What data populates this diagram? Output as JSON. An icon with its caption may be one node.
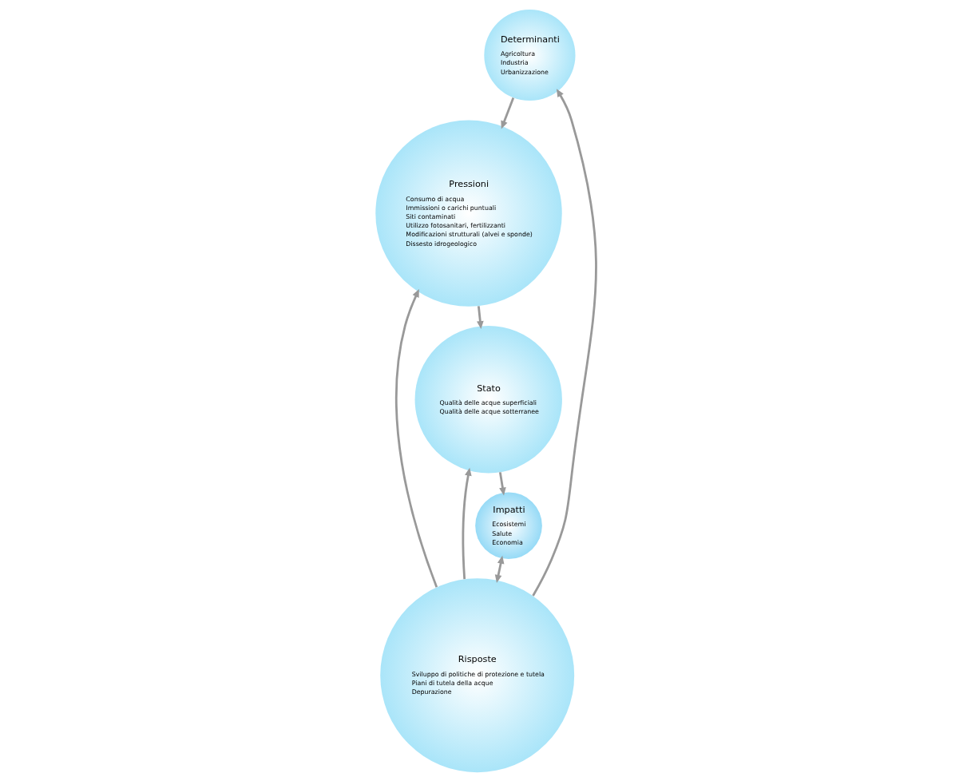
{
  "diagram": {
    "nodes": [
      {
        "text": [
          "Determinanti",
          "Agricoltura",
          "Industria",
          "Urbanizzazione"
        ]
      },
      {
        "text": [
          "Risposte",
          "Sviluppo di politiche di protezione e tutela",
          "Piani di tutela della acque",
          "Depurazione"
        ]
      },
      {
        "text": [
          "Pressioni",
          "Consumo di acqua",
          "Immissioni o carichi puntuali",
          "Siti contaminati",
          "Utilizzo fotosanitari, fertilizzanti",
          "Modificazioni strutturali (alvei e sponde)",
          "Dissesto idrogeologico"
        ]
      },
      {
        "text": [
          "Impatti",
          "Ecosistemi",
          "Salute",
          "Economia"
        ]
      },
      {
        "text": [
          "Stato",
          "Qualità delle acque superficiali",
          "Qualità delle acque sotterranee"
        ]
      }
    ],
    "edges": [
      {
        "from": 1,
        "to": 0,
        "arrow": "to"
      },
      {
        "from": 0,
        "to": 2,
        "arrow": "to"
      },
      {
        "from": 1,
        "to": 2,
        "arrow": "to"
      },
      {
        "from": 1,
        "to": 4,
        "arrow": "to"
      },
      {
        "from": 2,
        "to": 4,
        "arrow": "to"
      },
      {
        "from": 4,
        "to": 3,
        "arrow": "to"
      },
      {
        "from": 3,
        "to": 1,
        "arrow": "both"
      }
    ]
  }
}
